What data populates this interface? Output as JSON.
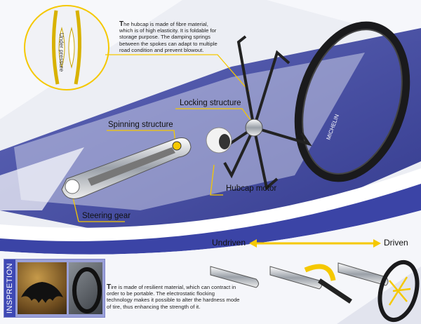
{
  "hubcap_description": {
    "initial": "T",
    "text": "he hubcap is made of fibre material, which is of high elasticity. It is foldable for storage purpose. The damping springs between the spokes can adapt to multiple road condition and prevent blowout."
  },
  "inset": {
    "label": "Under pressure"
  },
  "labels": {
    "locking": "Locking structure",
    "spinning": "Spinning structure",
    "hubcap_motor": "Hubcap motor",
    "steering_gear": "Steering gear",
    "undriven": "Undriven",
    "driven": "Driven"
  },
  "wheel_brand": "MICHELIN",
  "inspiration": {
    "label": "INSPRETION"
  },
  "tire_description": {
    "initial": "T",
    "text": "ire is made of resilient material, which can contract in order to be portable.  The electrostatic flocking technology makes it possible to alter the hardness mode of tire, thus enhancing the strength of it."
  },
  "colors": {
    "accent": "#f5c800",
    "blue": "#2f3794",
    "background": "#eceef4"
  }
}
